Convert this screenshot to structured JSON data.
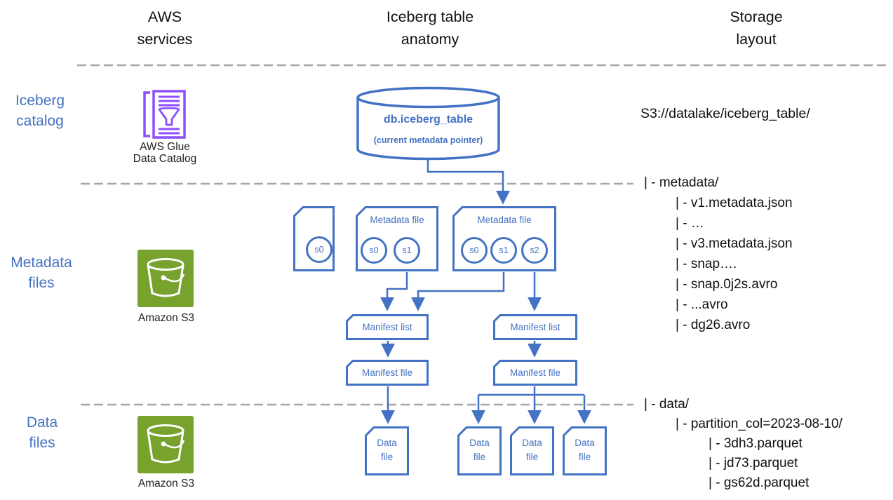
{
  "colors": {
    "diagram_blue": "#4472C4",
    "dashed_gray": "#A6A6A6",
    "s3_green": "#76A22D",
    "glue_purple": "#8C4FFF"
  },
  "column_headers": {
    "aws_services": "AWS\nservices",
    "iceberg_anatomy": "Iceberg table\nanatomy",
    "storage_layout": "Storage\nlayout"
  },
  "row_labels": {
    "iceberg_catalog": "Iceberg\ncatalog",
    "metadata_files": "Metadata\nfiles",
    "data_files": "Data\nfiles"
  },
  "aws_icons": {
    "glue_label": "AWS Glue\nData Catalog",
    "s3_label_metadata": "Amazon S3",
    "s3_label_data": "Amazon S3"
  },
  "catalog_node": {
    "title": "db.iceberg_table",
    "subtitle": "(current metadata pointer)"
  },
  "metadata_file_nodes": [
    {
      "label": "",
      "snapshots": [
        "s0"
      ]
    },
    {
      "label": "Metadata file",
      "snapshots": [
        "s0",
        "s1"
      ]
    },
    {
      "label": "Metadata file",
      "snapshots": [
        "s0",
        "s1",
        "s2"
      ]
    }
  ],
  "manifest_list_nodes": [
    "Manifest list",
    "Manifest list"
  ],
  "manifest_file_nodes": [
    "Manifest file",
    "Manifest file"
  ],
  "data_file_nodes": [
    "Data\nfile",
    "Data\nfile",
    "Data\nfile",
    "Data\nfile"
  ],
  "storage_layout": {
    "root_path": "S3://datalake/iceberg_table/",
    "metadata_tree": [
      {
        "indent": 0,
        "text": "| - metadata/"
      },
      {
        "indent": 1,
        "text": "| - v1.metadata.json"
      },
      {
        "indent": 1,
        "text": "| - …"
      },
      {
        "indent": 1,
        "text": "| - v3.metadata.json"
      },
      {
        "indent": 1,
        "text": "| - snap…."
      },
      {
        "indent": 1,
        "text": "| - snap.0j2s.avro"
      },
      {
        "indent": 1,
        "text": "| - ...avro"
      },
      {
        "indent": 1,
        "text": "| - dg26.avro"
      }
    ],
    "data_tree": [
      {
        "indent": 0,
        "text": "| - data/"
      },
      {
        "indent": 1,
        "text": "| - partition_col=2023-08-10/"
      },
      {
        "indent": 2,
        "text": "| - 3dh3.parquet"
      },
      {
        "indent": 2,
        "text": "| - jd73.parquet"
      },
      {
        "indent": 2,
        "text": "| - gs62d.parquet"
      }
    ]
  }
}
